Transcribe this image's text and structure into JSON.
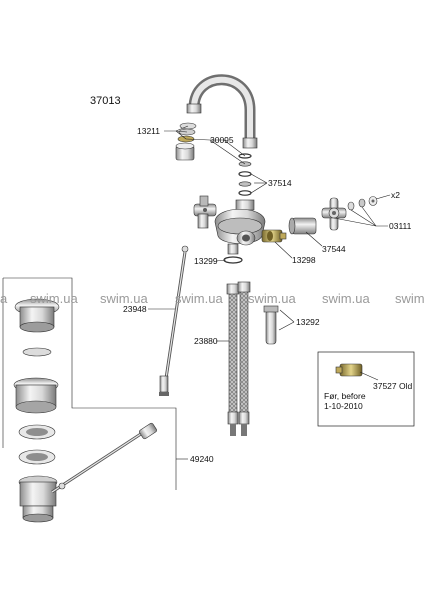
{
  "diagram": {
    "model_number": "37013",
    "part_numbers": {
      "p13211": "13211",
      "p30095": "30095",
      "p37514": "37514",
      "px2": "x2",
      "p03111": "03111",
      "p37544": "37544",
      "p13298": "13298",
      "p13299": "13299",
      "p23948": "23948",
      "p13292": "13292",
      "p23880": "23880",
      "p49240": "49240"
    },
    "inset": {
      "part_number": "37527 Old",
      "note_line1": "Før, before",
      "note_line2": "1-10-2010"
    },
    "watermark": [
      "a",
      "swim.ua",
      "swim.ua",
      "swim.ua",
      "swim.ua",
      "swim"
    ]
  }
}
